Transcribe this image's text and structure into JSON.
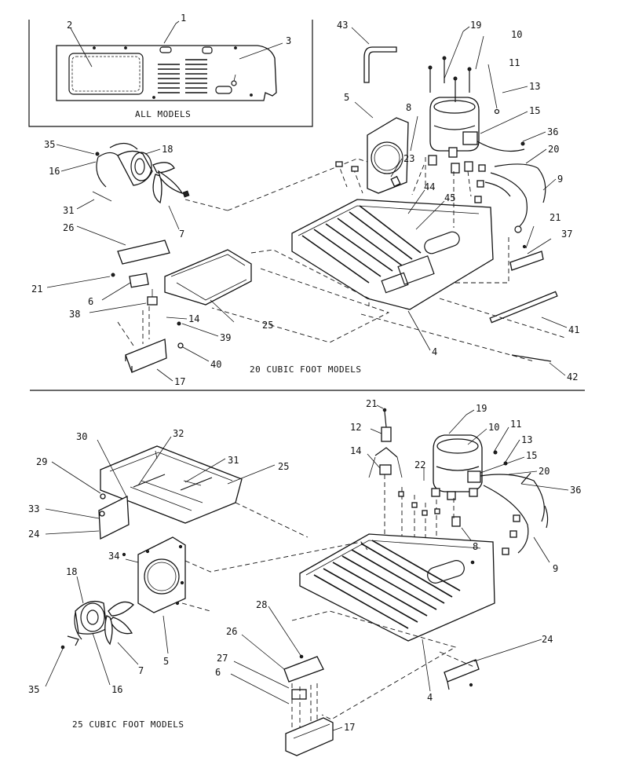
{
  "captions": {
    "all_models": "ALL MODELS",
    "cf20_models": "20 CUBIC FOOT MODELS",
    "cf25_models": "25 CUBIC FOOT MODELS"
  },
  "callouts_top": {
    "n1": "1",
    "n2": "2",
    "n3": "3",
    "n43": "43",
    "n19": "19",
    "n10": "10",
    "n11": "11",
    "n13": "13",
    "n15": "15",
    "n36": "36",
    "n20": "20",
    "n9": "9",
    "n5": "5",
    "n8": "8",
    "n23": "23",
    "n44": "44",
    "n45": "45",
    "n21r": "21",
    "n37": "37",
    "n41": "41",
    "n42": "42",
    "n4": "4",
    "n35": "35",
    "n18": "18",
    "n16": "16",
    "n31": "31",
    "n7": "7",
    "n26": "26",
    "n21l": "21",
    "n6": "6",
    "n38": "38",
    "n14": "14",
    "n25": "25",
    "n39": "39",
    "n40": "40",
    "n17": "17"
  },
  "callouts_bottom": {
    "n21": "21",
    "n12": "12",
    "n14": "14",
    "n19": "19",
    "n10": "10",
    "n11": "11",
    "n13": "13",
    "n15": "15",
    "n20": "20",
    "n36": "36",
    "n22": "22",
    "n8": "8",
    "n9": "9",
    "n30": "30",
    "n32": "32",
    "n31": "31",
    "n25": "25",
    "n29": "29",
    "n33": "33",
    "n24l": "24",
    "n34": "34",
    "n18": "18",
    "n5": "5",
    "n7": "7",
    "n16": "16",
    "n35": "35",
    "n28": "28",
    "n26": "26",
    "n27": "27",
    "n6": "6",
    "n17": "17",
    "n24r": "24",
    "n4": "4"
  }
}
